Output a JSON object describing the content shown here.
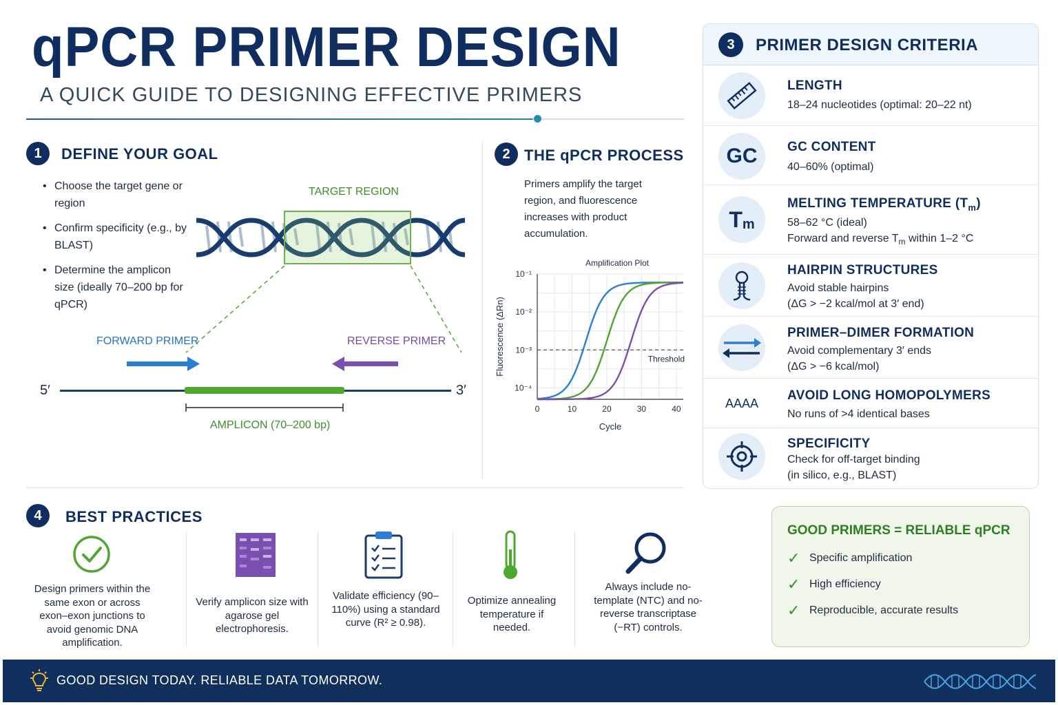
{
  "header": {
    "title": "qPCR PRIMER DESIGN",
    "subtitle": "A QUICK GUIDE TO DESIGNING EFFECTIVE PRIMERS"
  },
  "colors": {
    "navy": "#0f2e5f",
    "green": "#4ea72e",
    "blue": "#2b7fd0",
    "purple": "#7b4fb0",
    "footer": "#102f5c"
  },
  "section1": {
    "number": "1",
    "title": "DEFINE YOUR GOAL",
    "bullets": [
      "Choose the target gene or region",
      "Confirm specificity (e.g., by BLAST)",
      "Determine the amplicon size (ideally 70–200 bp for qPCR)"
    ],
    "target_label": "TARGET REGION",
    "forward_label": "FORWARD PRIMER",
    "reverse_label": "REVERSE PRIMER",
    "five_prime": "5′",
    "three_prime": "3′",
    "amplicon_label": "AMPLICON (70–200 bp)"
  },
  "section2": {
    "number": "2",
    "title": "THE qPCR PROCESS",
    "text": "Primers amplify the target region, and fluorescence increases with product accumulation."
  },
  "chart_data": {
    "type": "line",
    "title": "Amplification Plot",
    "xlabel": "Cycle",
    "ylabel": "Fluorescence (ΔRn)",
    "xlim": [
      0,
      42
    ],
    "x_ticks": [
      0,
      10,
      20,
      30,
      40
    ],
    "y_scale": "log",
    "ylim": [
      5e-05,
      0.1
    ],
    "y_ticks": [
      "10⁻¹",
      "10⁻²",
      "10⁻³",
      "10⁻⁴"
    ],
    "threshold": {
      "label": "Threshold",
      "value": 0.001
    },
    "grid": true,
    "series": [
      {
        "color": "#2b7fd0",
        "midpoint_cycle": 14,
        "baseline": 5e-05,
        "plateau": 0.06
      },
      {
        "color": "#4ea72e",
        "midpoint_cycle": 20,
        "baseline": 5e-05,
        "plateau": 0.06
      },
      {
        "color": "#7b4fb0",
        "midpoint_cycle": 27,
        "baseline": 5e-05,
        "plateau": 0.06
      }
    ]
  },
  "section3": {
    "number": "3",
    "title": "PRIMER DESIGN CRITERIA",
    "items": [
      {
        "icon": "ruler-icon",
        "title": "LENGTH",
        "lines": [
          "18–24 nucleotides (optimal: 20–22 nt)"
        ]
      },
      {
        "icon": "gc-icon",
        "icon_text": "GC",
        "title": "GC CONTENT",
        "lines": [
          "40–60% (optimal)"
        ]
      },
      {
        "icon": "tm-icon",
        "icon_text": "T",
        "icon_sub": "m",
        "title": "MELTING TEMPERATURE (T",
        "title_sub": "m",
        "title_end": ")",
        "lines": [
          "58–62 °C (ideal)"
        ],
        "line2_pre": "Forward and reverse T",
        "line2_sub": "m",
        "line2_post": " within 1–2 °C"
      },
      {
        "icon": "hairpin-icon",
        "title": "HAIRPIN STRUCTURES",
        "lines": [
          "Avoid stable hairpins",
          "(ΔG > −2 kcal/mol at 3′ end)"
        ]
      },
      {
        "icon": "arrows-exchange-icon",
        "title": "PRIMER–DIMER FORMATION",
        "lines": [
          "Avoid complementary 3′ ends",
          "(ΔG > −6 kcal/mol)"
        ]
      },
      {
        "icon": "aaaa-icon",
        "icon_text": "AAAA",
        "title": "AVOID LONG HOMOPOLYMERS",
        "lines": [
          "No runs of >4 identical bases"
        ]
      },
      {
        "icon": "crosshair-icon",
        "title": "SPECIFICITY",
        "lines": [
          "Check for off-target binding",
          "(in silico, e.g., BLAST)"
        ]
      }
    ]
  },
  "section4": {
    "number": "4",
    "title": "BEST PRACTICES",
    "items": [
      {
        "icon": "checkmark-circle-icon",
        "text": "Design primers within the same exon or across exon–exon junctions to avoid genomic DNA amplification."
      },
      {
        "icon": "gel-icon",
        "text": "Verify amplicon size with agarose gel electrophoresis."
      },
      {
        "icon": "clipboard-icon",
        "text": "Validate efficiency (90–110%) using a standard curve (R² ≥ 0.98)."
      },
      {
        "icon": "thermometer-icon",
        "text": "Optimize annealing temperature if needed."
      },
      {
        "icon": "magnifier-icon",
        "text": "Always include no-template (NTC) and no-reverse transcriptase (−RT) controls."
      }
    ]
  },
  "good_box": {
    "title": "GOOD PRIMERS = RELIABLE qPCR",
    "items": [
      "Specific amplification",
      "High efficiency",
      "Reproducible, accurate results"
    ]
  },
  "footer": {
    "text": "GOOD DESIGN TODAY.  RELIABLE DATA TOMORROW.",
    "left_icon": "lightbulb-icon",
    "right_icon": "dna-helix-icon"
  }
}
